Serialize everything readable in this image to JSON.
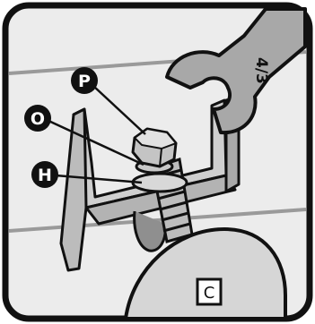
{
  "diagram": {
    "callouts": [
      {
        "id": "P",
        "label": "P"
      },
      {
        "id": "O",
        "label": "O"
      },
      {
        "id": "H",
        "label": "H"
      }
    ],
    "wrench_size": "4/3",
    "part_label": "C",
    "colors": {
      "panel_bg": "#ececec",
      "frame": "#111111",
      "metal_light": "#cfcfcf",
      "metal_mid": "#b3b3b3",
      "metal_dark": "#8f8f8f",
      "guide_line": "#9a9a9a",
      "callout_fill": "#111111"
    }
  }
}
